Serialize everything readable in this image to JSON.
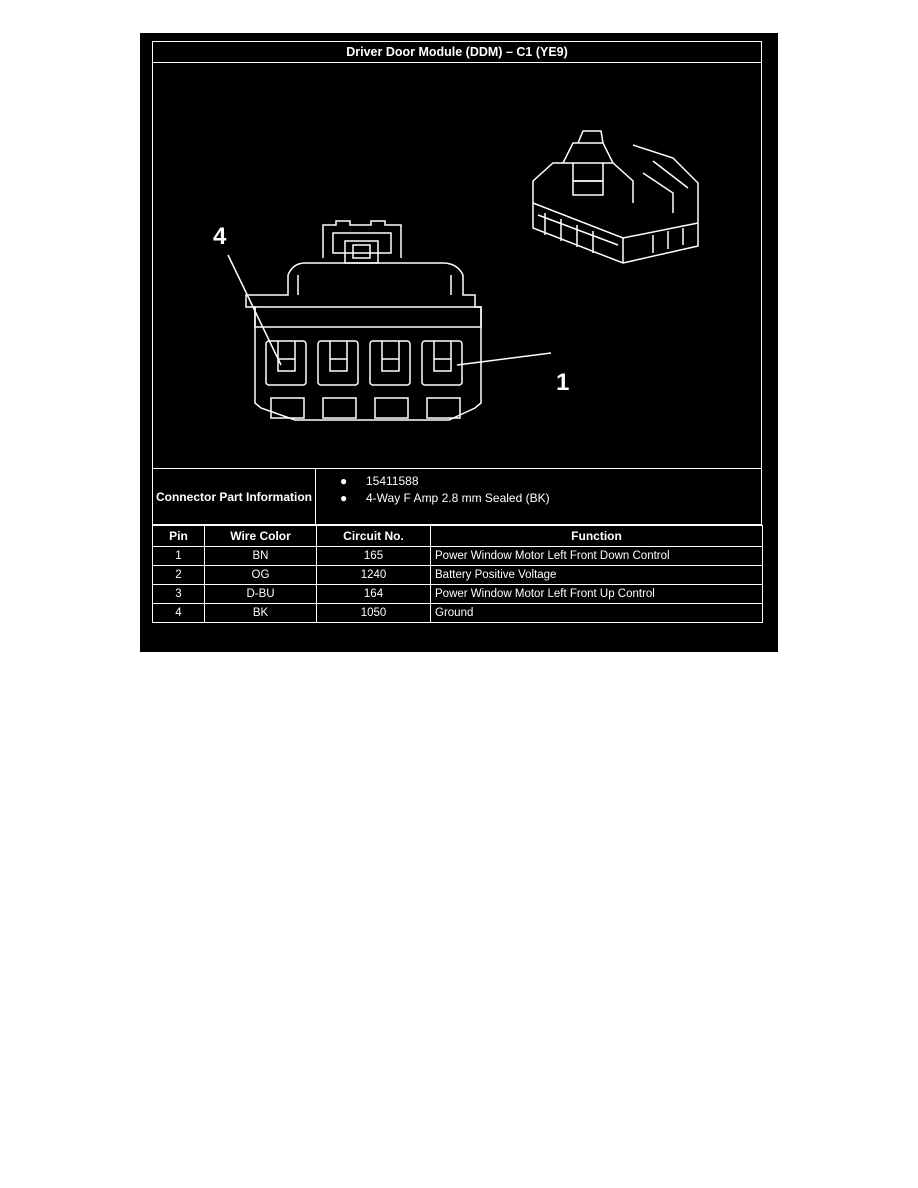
{
  "title": "Driver Door Module (DDM) – C1 (YE9)",
  "callouts": {
    "pin_left": "4",
    "pin_right": "1"
  },
  "connector_info": {
    "label": "Connector Part Information",
    "items": [
      "15411588",
      "4-Way F Amp 2.8 mm Sealed (BK)"
    ]
  },
  "table": {
    "headers": [
      "Pin",
      "Wire Color",
      "Circuit No.",
      "Function"
    ],
    "rows": [
      [
        "1",
        "BN",
        "165",
        "Power Window Motor Left Front Down Control"
      ],
      [
        "2",
        "OG",
        "1240",
        "Battery Positive Voltage"
      ],
      [
        "3",
        "D-BU",
        "164",
        "Power Window Motor Left Front Up Control"
      ],
      [
        "4",
        "BK",
        "1050",
        "Ground"
      ]
    ]
  },
  "colors": {
    "background": "#000000",
    "lines": "#ffffff",
    "page": "#ffffff"
  }
}
